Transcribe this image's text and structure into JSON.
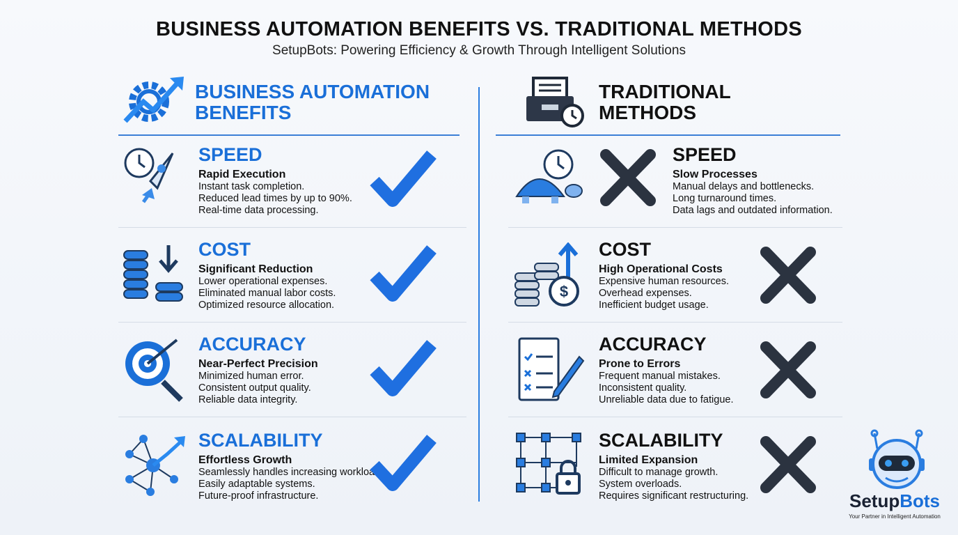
{
  "header": {
    "title": "BUSINESS AUTOMATION BENEFITS VS. TRADITIONAL METHODS",
    "subtitle": "SetupBots: Powering Efficiency & Growth Through Intelligent Solutions"
  },
  "colors": {
    "accent": "#1a6fd8",
    "dark": "#1f2937"
  },
  "left": {
    "heading_line1": "BUSINESS AUTOMATION",
    "heading_line2": "BENEFITS",
    "icon": "gear-growth-icon",
    "rows": [
      {
        "title": "SPEED",
        "subtitle": "Rapid Execution",
        "lines": [
          "Instant task completion.",
          "Reduced lead times by up to 90%.",
          "Real-time data processing."
        ],
        "icon": "rocket-clock-icon",
        "mark": "check"
      },
      {
        "title": "COST",
        "subtitle": "Significant Reduction",
        "lines": [
          "Lower operational expenses.",
          "Eliminated manual labor costs.",
          "Optimized resource allocation."
        ],
        "icon": "coins-down-icon",
        "mark": "check"
      },
      {
        "title": "ACCURACY",
        "subtitle": "Near-Perfect Precision",
        "lines": [
          "Minimized human error.",
          "Consistent output quality.",
          "Reliable data integrity."
        ],
        "icon": "target-icon",
        "mark": "check"
      },
      {
        "title": "SCALABILITY",
        "subtitle": "Effortless Growth",
        "lines": [
          "Seamlessly handles increasing workload.",
          "Easily adaptable systems.",
          "Future-proof infrastructure."
        ],
        "icon": "network-growth-icon",
        "mark": "check"
      }
    ]
  },
  "right": {
    "heading_line1": "TRADITIONAL",
    "heading_line2": "METHODS",
    "icon": "inbox-tray-clock-icon",
    "rows": [
      {
        "title": "SPEED",
        "subtitle": "Slow Processes",
        "lines": [
          "Manual delays and bottlenecks.",
          "Long turnaround times.",
          "Data lags and outdated information."
        ],
        "icon": "turtle-clock-icon",
        "mark": "x"
      },
      {
        "title": "COST",
        "subtitle": "High Operational Costs",
        "lines": [
          "Expensive human resources.",
          "Overhead expenses.",
          "Inefficient budget usage."
        ],
        "icon": "coins-up-icon",
        "mark": "x"
      },
      {
        "title": "ACCURACY",
        "subtitle": "Prone to Errors",
        "lines": [
          "Frequent manual mistakes.",
          "Inconsistent quality.",
          "Unreliable data due to fatigue."
        ],
        "icon": "checklist-pencil-icon",
        "mark": "x"
      },
      {
        "title": "SCALABILITY",
        "subtitle": "Limited Expansion",
        "lines": [
          "Difficult to manage growth.",
          "System overloads.",
          "Requires significant restructuring."
        ],
        "icon": "grid-lock-icon",
        "mark": "x"
      }
    ]
  },
  "logo": {
    "name_part1": "Setup",
    "name_part2": "Bots",
    "tagline": "Your Partner in Intelligent Automation"
  }
}
